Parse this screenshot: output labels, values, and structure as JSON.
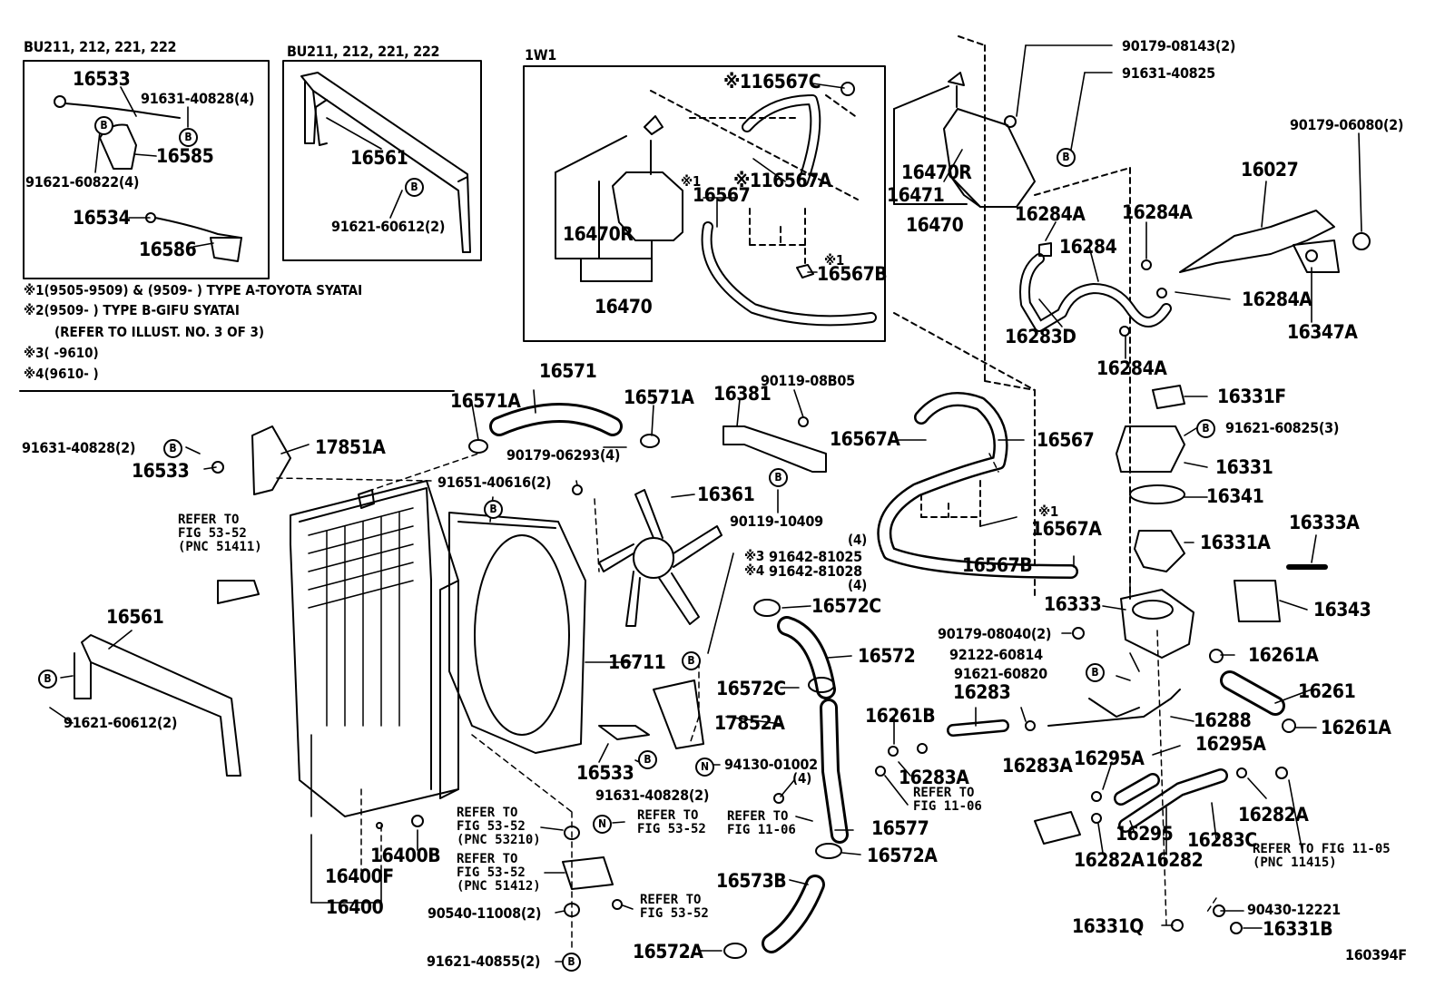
{
  "diagram_id": "160394F",
  "insets": {
    "a": "BU211, 212, 221, 222",
    "b": "BU211, 212, 221, 222",
    "c": "1W1"
  },
  "notes": {
    "n1": "※1(9505-9509) & (9509-        ) TYPE A-TOYOTA SYATAI",
    "n2": "※2(9509-        ) TYPE B-GIFU SYATAI",
    "n2b": "(REFER TO ILLUST. NO. 3 OF 3)",
    "n3": "※3(        -9610)",
    "n4": "※4(9610-        )"
  },
  "badges": {
    "bolt": "B",
    "nut": "N"
  },
  "labels": {
    "p16533a": "16533",
    "p91631_40828_4": "91631-40828(4)",
    "p16585": "16585",
    "p91621_60822_4": "91621-60822(4)",
    "p16534": "16534",
    "p16586": "16586",
    "p16561a": "16561",
    "p91621_60612a": "91621-60612(2)",
    "p16567c": "※116567C",
    "p16567_1w1": "16567",
    "p16567a_1w1": "※116567A",
    "p16567a_ast": "※1",
    "p16470r_1w1": "16470R",
    "p16470_1w1": "16470",
    "p16567b_1w1": "16567B",
    "p16567b_ast": "※1",
    "p90179_08143": "90179-08143(2)",
    "p91631_40825": "91631-40825",
    "p90179_06080": "90179-06080(2)",
    "p16470r": "16470R",
    "p16471": "16471",
    "p16470": "16470",
    "p16027": "16027",
    "p16284a_1": "16284A",
    "p16284a_2": "16284A",
    "p16284": "16284",
    "p16284a_3": "16284A",
    "p16283d": "16283D",
    "p16284a_4": "16284A",
    "p16347a": "16347A",
    "p16571": "16571",
    "p16571a_1": "16571A",
    "p16571a_2": "16571A",
    "p90179_06293": "90179-06293(4)",
    "p16381": "16381",
    "p90119_08b05": "90119-08B05",
    "p16567a_m": "16567A",
    "p16567_m": "16567",
    "p16331f": "16331F",
    "p91621_60825": "91621-60825(3)",
    "p16331": "16331",
    "p16341": "16341",
    "p91631_40828_2": "91631-40828(2)",
    "p17851a": "17851A",
    "p16533b": "16533",
    "p91651_40616": "91651-40616(2)",
    "p16361": "16361",
    "p90119_10409": "90119-10409",
    "p16567a_r": "16567A",
    "p16567a_r_ast": "※1",
    "p16567b_r": "16567B",
    "p16331a": "16331A",
    "p16333a": "16333A",
    "p4a": "(4)",
    "p91642_81025": "91642-81025",
    "p91642_81025_ast": "※3",
    "p91642_81028": "91642-81028",
    "p91642_81028_ast": "※4",
    "p4b": "(4)",
    "p16572c_1": "16572C",
    "p16333": "16333",
    "p16343": "16343",
    "p16561b": "16561",
    "p16711": "16711",
    "p16572": "16572",
    "p90179_08040": "90179-08040(2)",
    "p92122_60814": "92122-60814",
    "p16261a_1": "16261A",
    "p91621_60820": "91621-60820",
    "p16572c_2": "16572C",
    "p16283": "16283",
    "p16261": "16261",
    "p91621_60612b": "91621-60612(2)",
    "p16261b": "16261B",
    "p16288": "16288",
    "p16261a_2": "16261A",
    "p17852a": "17852A",
    "p16295a_1": "16295A",
    "p16533c": "16533",
    "p94130_01002": "94130-01002",
    "p16283a_1": "16283A",
    "p16283a_2": "16283A",
    "p16295a_2": "16295A",
    "p91631_40828_c": "91631-40828(2)",
    "p4c": "(4)",
    "p16577": "16577",
    "p16295": "16295",
    "p16283c": "16283C",
    "p16282a_1": "16282A",
    "p16400b": "16400B",
    "p16572a_1": "16572A",
    "p16282a_2": "16282A",
    "p16282": "16282",
    "p16400f": "16400F",
    "p16400": "16400",
    "p16573b": "16573B",
    "p90540_11008": "90540-11008(2)",
    "p90430_12221": "90430-12221",
    "p16331q": "16331Q",
    "p16331b": "16331B",
    "p91621_40855": "91621-40855(2)",
    "p16572a_2": "16572A"
  },
  "refs": {
    "r1": "REFER TO\nFIG 53-52\n(PNC 51411)",
    "r2": "REFER TO\nFIG 53-52\n(PNC 53210)",
    "r3": "REFER TO\nFIG 53-52",
    "r4": "REFER TO\nFIG 53-52\n(PNC 51412)",
    "r5": "REFER TO\nFIG 53-52",
    "r6": "REFER TO\nFIG 11-06",
    "r7": "REFER TO\nFIG 11-06",
    "r8": "REFER TO FIG 11-05\n(PNC 11415)"
  }
}
